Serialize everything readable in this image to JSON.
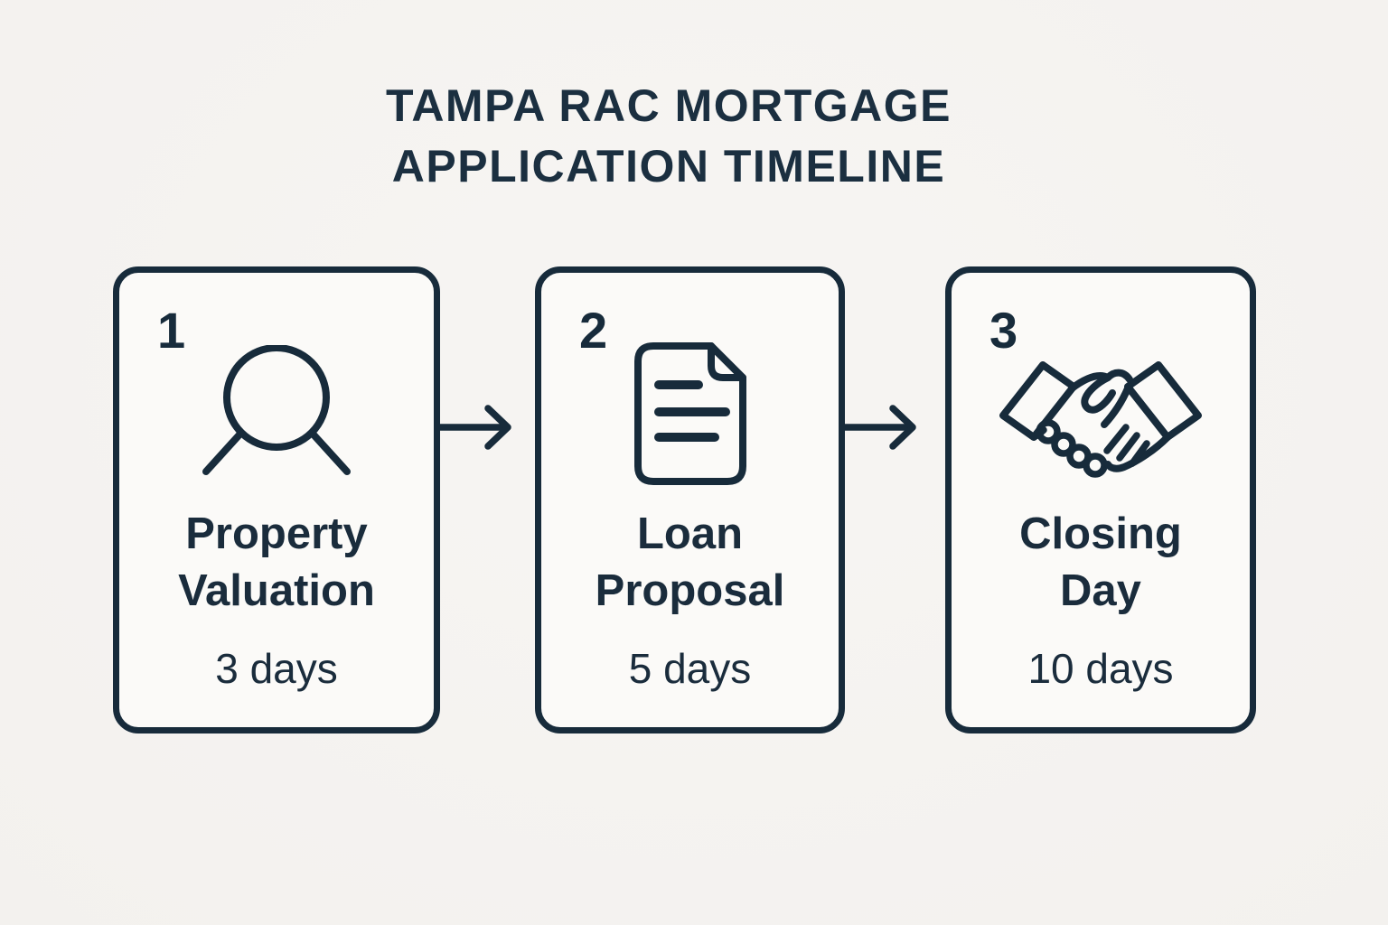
{
  "title": {
    "line1": "TAMPA RAC MORTGAGE",
    "line2": "APPLICATION TIMELINE"
  },
  "steps": [
    {
      "number": "1",
      "icon": "magnifier-icon",
      "title_line1": "Property",
      "title_line2": "Valuation",
      "duration": "3 days"
    },
    {
      "number": "2",
      "icon": "document-icon",
      "title_line1": "Loan",
      "title_line2": "Proposal",
      "duration": "5 days"
    },
    {
      "number": "3",
      "icon": "handshake-icon",
      "title_line1": "Closing",
      "title_line2": "Day",
      "duration": "10 days"
    }
  ],
  "colors": {
    "ink": "#172b3b",
    "text": "#1a2c3c",
    "background": "#f5f3f0",
    "card_background": "#fbfaf8"
  }
}
